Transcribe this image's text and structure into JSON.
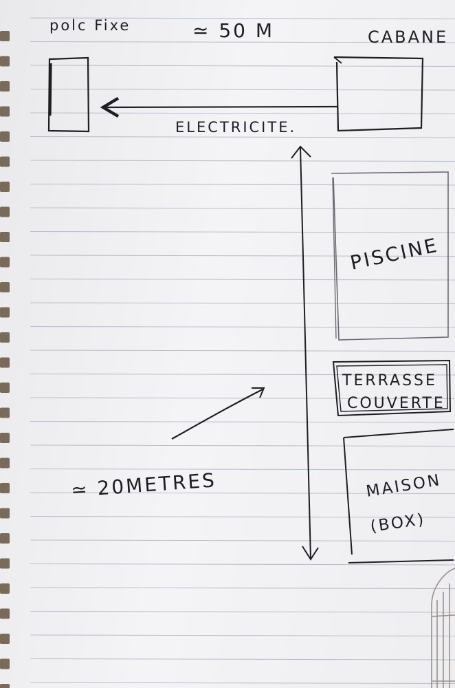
{
  "labels": {
    "pole": "polc Fixe",
    "distance_top": "≃ 50 M",
    "cabane": "CABANE",
    "electricite": "ELECTRICITE.",
    "piscine": "PISCINE",
    "terrasse_line1": "TERRASSE",
    "terrasse_line2": "COUVERTE",
    "maison_line1": "MAISON",
    "maison_line2": "(BOX)",
    "distance_vertical": "≃ 20METRES"
  },
  "colors": {
    "paper": "#f1f1f4",
    "rule_line": "#b8c0cc",
    "ink": "#1d1d22",
    "background": "#7a6a5a"
  }
}
